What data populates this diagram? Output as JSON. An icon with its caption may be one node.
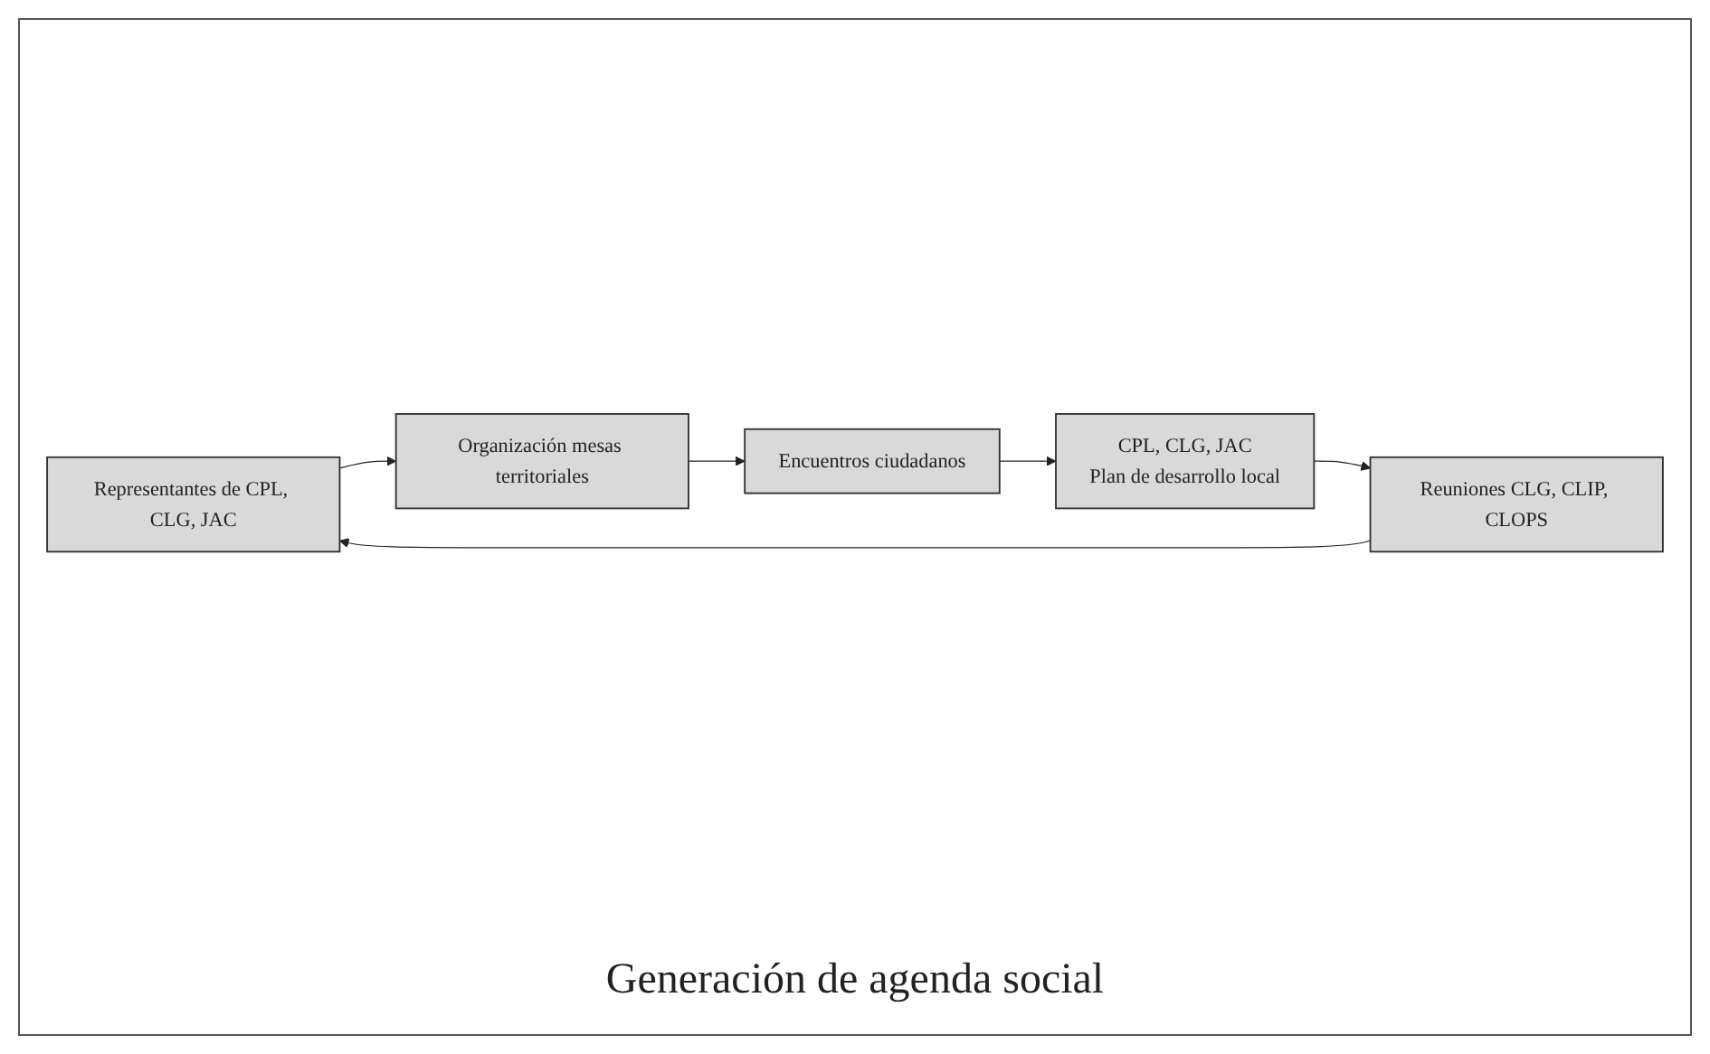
{
  "diagram": {
    "caption": "Generación de agenda social",
    "nodes": [
      {
        "text": [
          "Representantes de CPL, CLG, JAC"
        ]
      },
      {
        "text": [
          "Organización mesas territoriales"
        ]
      },
      {
        "text": [
          "Encuentros ciudadanos"
        ]
      },
      {
        "text": [
          "CPL, CLG, JAC",
          "Plan de desarrollo local"
        ]
      },
      {
        "text": [
          "Reuniones CLG, CLIP, CLOPS"
        ]
      }
    ],
    "edges": [
      {
        "from": 4,
        "to": 0,
        "arrow": "to"
      },
      {
        "from": 0,
        "to": 1,
        "arrow": "to"
      },
      {
        "from": 1,
        "to": 2,
        "arrow": "to"
      },
      {
        "from": 2,
        "to": 3,
        "arrow": "to"
      },
      {
        "from": 3,
        "to": 4,
        "arrow": "to"
      }
    ]
  }
}
